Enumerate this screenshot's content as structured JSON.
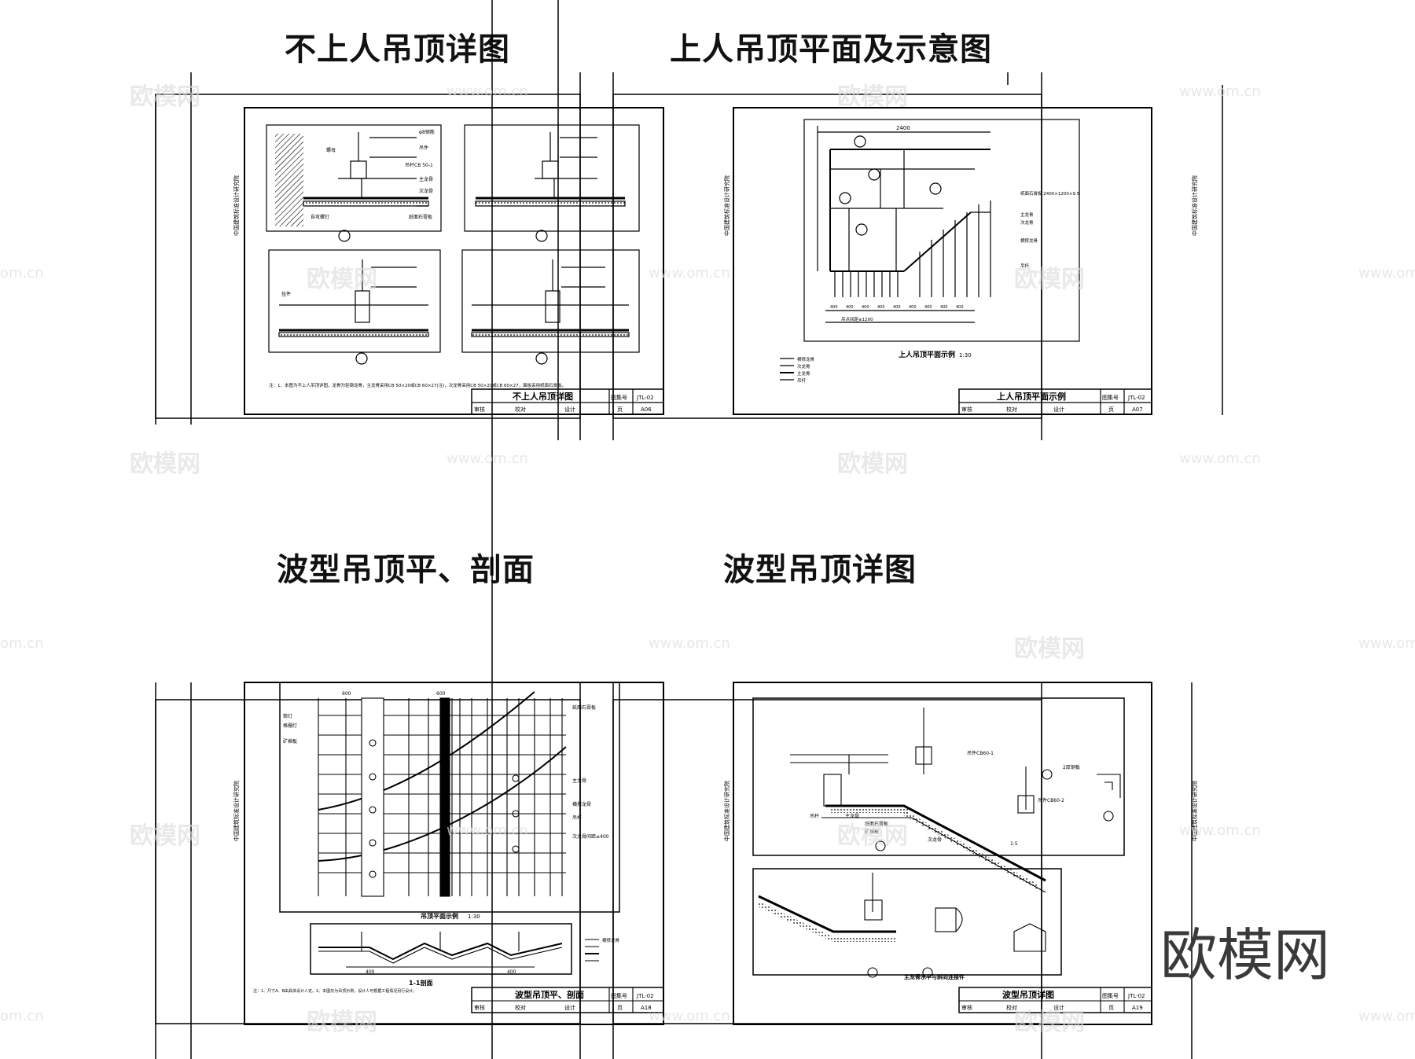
{
  "titles": {
    "panel1": "不上人吊顶详图",
    "panel2": "上人吊顶平面及示意图",
    "panel3": "波型吊顶平、剖面",
    "panel4": "波型吊顶详图"
  },
  "watermark": {
    "brand": "欧模网",
    "url": "www.om.cn",
    "url_cut": "om.cn"
  },
  "sheet1": {
    "title": "不上人吊顶详图",
    "code_label": "图集号",
    "code": "JTL-02",
    "page_label": "页",
    "page": "A06",
    "sign": [
      "审核",
      "校对",
      "设计"
    ],
    "note": "注：1、本图为不上人吊顶详图，龙骨为轻钢龙骨，主龙骨采用CB 50×20或CB 60×27(注)，次龙骨采用CB 50×20或CB 60×27，面板采用纸面石膏板。",
    "labels": [
      "φ8钢筋",
      "吊件",
      "螺母",
      "吊杆CB 50-1",
      "主龙骨",
      "次龙骨",
      "纸面石膏板",
      "自攻螺钉",
      "挂件"
    ]
  },
  "sheet2": {
    "title": "上人吊顶平面示例",
    "code_label": "图集号",
    "code": "JTL-02",
    "page_label": "页",
    "page": "A07",
    "sign": [
      "审核",
      "校对",
      "设计"
    ],
    "caption": "上人吊顶平面示例",
    "scale": "1:30",
    "dims_top": "2400",
    "dims_bottom": [
      "400",
      "400",
      "400",
      "400",
      "400",
      "400",
      "400",
      "400",
      "400"
    ],
    "labels": [
      "纸面石膏板 2400×1200×9.5",
      "主龙骨",
      "次龙骨",
      "横撑龙骨",
      "吊杆",
      "吊点间距≤1200"
    ],
    "legend": [
      "横撑龙骨",
      "次龙骨",
      "主龙骨",
      "吊杆"
    ]
  },
  "sheet3": {
    "title": "波型吊顶平、剖面",
    "code_label": "图集号",
    "code": "JTL-02",
    "page_label": "页",
    "page": "A18",
    "sign": [
      "审核",
      "校对",
      "设计"
    ],
    "caption_plan": "吊顶平面示例",
    "caption_section": "1-1剖面",
    "scale": "1:30",
    "dims": [
      "600",
      "600",
      "400",
      "400"
    ],
    "labels": [
      "纸面石膏板",
      "主龙骨",
      "横撑龙骨",
      "吊杆",
      "次龙骨间距≤400",
      "筒灯",
      "格栅灯",
      "矿棉板"
    ],
    "note": "注：1、尺寸A、B由具体设计人定。2、本图仅为吊顶示例，设计人可根据工程情况另行设计。"
  },
  "sheet4": {
    "title": "波型吊顶详图",
    "code_label": "图集号",
    "code": "JTL-02",
    "page_label": "页",
    "page": "A19",
    "sign": [
      "审核",
      "校对",
      "设计"
    ],
    "caption": "主龙骨水平与斜向连接件",
    "scale": "1:5",
    "labels": [
      "吊杆",
      "主龙骨",
      "次龙骨",
      "纸面石膏板",
      "矿棉板",
      "吊件CB60-1",
      "吊件CB60-2",
      "2厚钢板"
    ]
  },
  "side_text": "中国建筑标准设计研究院",
  "brand_logo": "欧模网"
}
